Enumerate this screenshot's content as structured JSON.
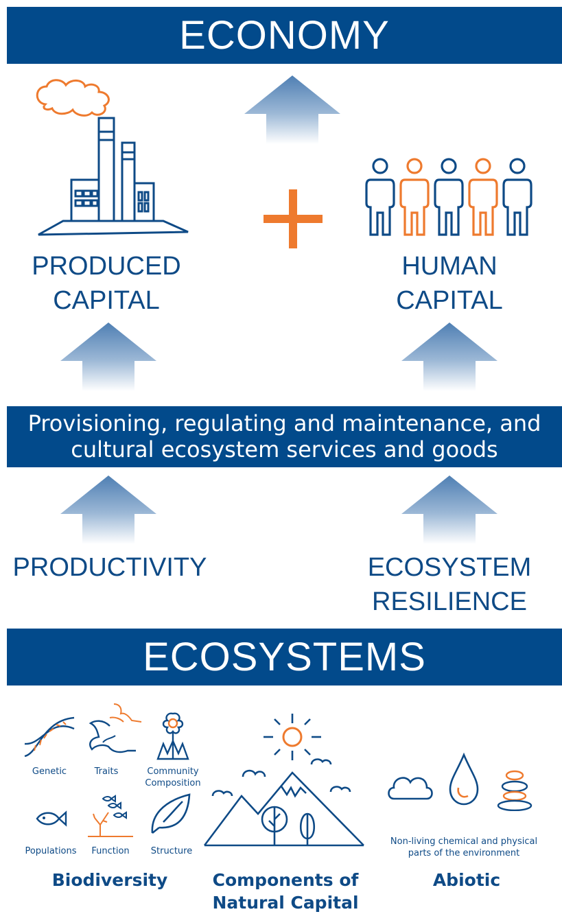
{
  "economy": {
    "title": "ECONOMY"
  },
  "produced_capital": {
    "line1": "PRODUCED",
    "line2": "CAPITAL"
  },
  "human_capital": {
    "line1": "HUMAN",
    "line2": "CAPITAL"
  },
  "services": {
    "line1": "Provisioning, regulating and maintenance, and",
    "line2": "cultural ecosystem services and goods"
  },
  "productivity": {
    "label": "PRODUCTIVITY"
  },
  "resilience": {
    "line1": "ECOSYSTEM",
    "line2": "RESILIENCE"
  },
  "ecosystems": {
    "title": "ECOSYSTEMS"
  },
  "biodiversity": {
    "items": [
      {
        "label": "Genetic",
        "icon": "dna-icon"
      },
      {
        "label": "Traits",
        "icon": "bird-icon"
      },
      {
        "label": "Community",
        "label2": "Composition",
        "icon": "flower-icon"
      },
      {
        "label": "Populations",
        "icon": "fish-icon"
      },
      {
        "label": "Function",
        "icon": "coral-fish-icon"
      },
      {
        "label": "Structure",
        "icon": "leaf-icon"
      }
    ],
    "heading": "Biodiversity"
  },
  "components": {
    "line1": "Components of",
    "line2": "Natural Capital",
    "icon": "mountain-icon"
  },
  "abiotic": {
    "desc1": "Non-living chemical and physical",
    "desc2": "parts of the environment",
    "heading": "Abiotic"
  },
  "colors": {
    "navy": "#024a8b",
    "orange": "#ee7a2e",
    "arrow_top": "#4f7fb3"
  }
}
